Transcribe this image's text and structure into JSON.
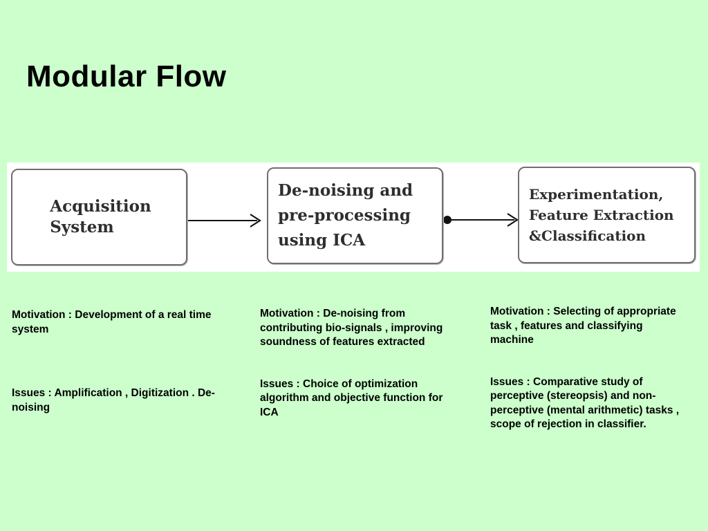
{
  "title": "Modular Flow",
  "flow": {
    "stages": [
      {
        "lines": [
          "Acquisition",
          "System"
        ]
      },
      {
        "lines": [
          "De-noising and",
          "pre-processing",
          "using ICA"
        ]
      },
      {
        "lines": [
          "Experimentation,",
          "Feature Extraction",
          "&Classification"
        ]
      }
    ]
  },
  "columns": [
    {
      "motivation": "Motivation : Development of a real time system",
      "issues": "Issues : Amplification , Digitization . De-noising"
    },
    {
      "motivation": "Motivation : De-noising from contributing bio-signals , improving soundness of features extracted",
      "issues": "Issues : Choice of optimization algorithm and objective function for ICA"
    },
    {
      "motivation": "Motivation : Selecting of appropriate task , features and classifying machine",
      "issues": "Issues : Comparative study of perceptive (stereopsis) and non-perceptive (mental arithmetic) tasks , scope of rejection in classifier."
    }
  ]
}
